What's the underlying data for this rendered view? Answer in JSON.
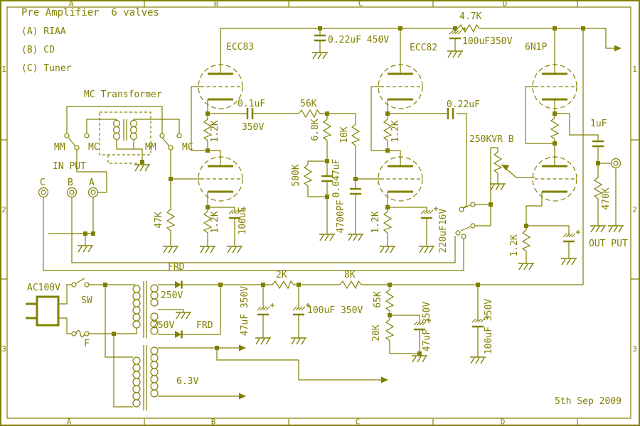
{
  "colors": {
    "ink": "#808000",
    "background": "#ffffff"
  },
  "title_block": {
    "line1": "Pre Amplifier  6 valves",
    "line2": "(A) RIAA",
    "line3": "(B) CD",
    "line4": "(C) Tuner"
  },
  "date": "5th Sep 2009",
  "border": {
    "cols": [
      "A",
      "B",
      "C",
      "D"
    ],
    "rows": [
      "1",
      "2",
      "3"
    ]
  },
  "labels": {
    "mc_transformer": "MC Transformer",
    "sw_left_mm": "MM",
    "sw_left_mc": "MC",
    "sw_right_mm": "MM",
    "sw_right_mc": "MC",
    "input_title": "IN PUT",
    "jack_c": "C",
    "jack_b": "B",
    "jack_a": "A",
    "r_47k": "47K",
    "tube1": "ECC83",
    "tube2": "ECC82",
    "tube3": "6N1P",
    "r1_srpp": "1.2K",
    "r1_cathode": "1.2K",
    "c_100uf": "100uF",
    "c_01uf": "0.1uF",
    "c_01uf_volt": "350V",
    "r_56k": "56K",
    "r_68k": "6.8K",
    "r_500k": "500K",
    "c_0047uf": "0.047uF",
    "r_10k": "10K",
    "c_4700pf": "4700PF",
    "c_022uf_450v": "0.22uF 450V",
    "r_4k7": "4.7K",
    "c_100uf_350v_top": "100uF350V",
    "r2_srpp": "1.2K",
    "r2_cathode": "1.2K",
    "c_220uf": "220uF16V",
    "c_022uf": "0.22uF",
    "pot": "250KVR B",
    "r3_cathode": "1.2K",
    "c_1uf": "1uF",
    "r_470k": "470K",
    "output_title": "OUT PUT",
    "frd_mid": "FRD",
    "ac_input": "AC100V",
    "switch": "SW",
    "fuse": "F",
    "winding_250v_a": "250V",
    "winding_250v_b": "250V",
    "frd_psu": "FRD",
    "winding_63v": "6.3V",
    "r_2k": "2K",
    "r_8k": "8K",
    "c_47uf_a": "47uF 350V",
    "c_100uf_a": "100uF 350V",
    "r_65k": "65K",
    "r_20k": "20K",
    "c_47uf_b": "47uF 350V",
    "c_100uf_b": "100uF 350V"
  }
}
